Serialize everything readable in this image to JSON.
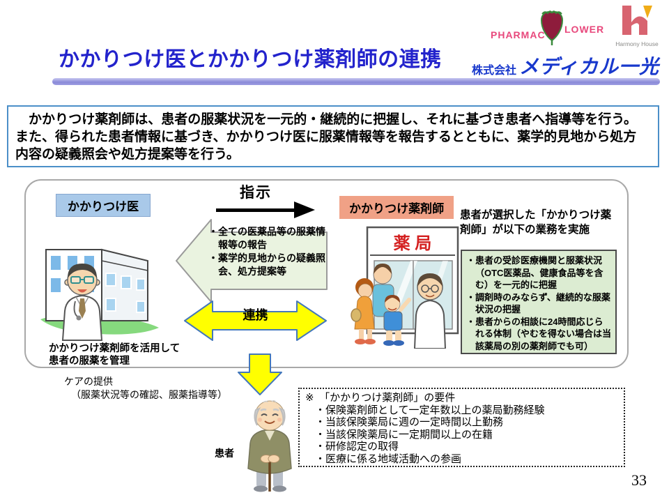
{
  "header": {
    "title": "かかりつけ医とかかりつけ薬剤師の連携",
    "company_prefix": "株式会社",
    "company_name": "メディカル一光",
    "logo_pharmacy_part1": "PHARMAC",
    "logo_pharmacy_part2": "LOWER",
    "logo_harmony": "Harmony House"
  },
  "intro": {
    "text": "　かかりつけ薬剤師は、患者の服薬状況を一元的・継続的に把握し、それに基づき患者へ指導等を行う。また、得られた患者情報に基づき、かかりつけ医に服薬情報等を報告するとともに、薬学的見地から処方内容の疑義照会や処方提案等を行う。"
  },
  "diagram": {
    "doctor_label": "かかりつけ医",
    "pharmacist_label": "かかりつけ薬剤師",
    "instruction_label": "指示",
    "cooperation_label": "連携",
    "report_items": [
      "・全ての医薬品等の服薬情報等の報告",
      "・薬学的見地からの疑義照会、処方提案等"
    ],
    "pharmacy_sign": "薬 局",
    "selected_text": "患者が選択した「かかりつけ薬剤師」が以下の業務を実施",
    "duty_items": [
      "・患者の受診医療機関と服薬状況（OTC医薬品、健康食品等を含む）を一元的に把握",
      "・調剤時のみならず、継続的な服薬状況の把握",
      "・患者からの相談に24時間応じられる体制（やむを得ない場合は当該薬局の別の薬剤師でも可）"
    ],
    "manage_line1": "かかりつけ薬剤師を活用して",
    "manage_line2": "患者の服薬を管理",
    "care_line1": "ケアの提供",
    "care_line2": "（服薬状況等の確認、服薬指導等）",
    "patient_label": "患者"
  },
  "requirements": {
    "title": "※　「かかりつけ薬剤師」の要件",
    "items": [
      "・保険薬剤師として一定年数以上の薬局勤務経験",
      "・当該保険薬局に週の一定時間以上勤務",
      "・当該保険薬局に一定期間以上の在籍",
      "・研修認定の取得",
      "・医療に係る地域活動への参画"
    ]
  },
  "page_number": "33",
  "colors": {
    "title_blue": "#2323cc",
    "company_blue": "#1838cc",
    "logo_pink": "#e8487c",
    "harmony_rose": "#d86470",
    "harmony_yellow": "#f0ac18",
    "intro_border": "#4b8fc8",
    "doctor_label_bg": "#a9c9e9",
    "pharmacist_label_bg": "#f0a186",
    "green_arrow_bg": "#eaf3e0",
    "duties_box_bg": "#dcecd2",
    "arrow_yellow": "#ffff00",
    "arrow_border_blue": "#4478bb",
    "pharmacy_sign_red": "#d42020"
  }
}
